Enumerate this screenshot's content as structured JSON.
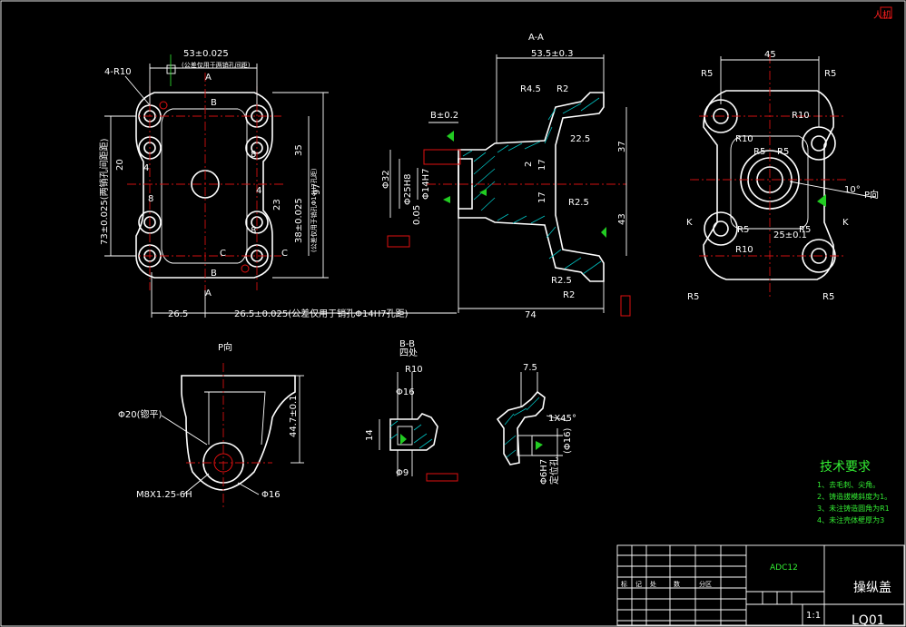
{
  "title_block": {
    "part_name": "操纵盖",
    "material": "ADC12",
    "drawing_no": "LQ01",
    "scale": "1:1",
    "col_labels": [
      "标",
      "记",
      "处",
      "数",
      "分区"
    ]
  },
  "tech_requirements": {
    "heading": "技术要求",
    "items": [
      "1、去毛刺、尖角。",
      "2、铸造拔模斜度为1。",
      "3、未注铸造圆角为R1",
      "4、未注壳体壁厚为3"
    ]
  },
  "corner_mark": "人机",
  "front_view": {
    "labels": {
      "r10": "4-R10",
      "top_dim": "53±0.025",
      "top_note": "(公差仅用于两销孔间距)",
      "left_dim": "73±0.025(两销孔间距距)",
      "d20": "20",
      "d4a": "4",
      "d8a": "8",
      "d8b": "8",
      "d4b": "4",
      "d8c": "8",
      "d23": "23",
      "d35": "35",
      "d97": "97",
      "d38": "38±0.025",
      "d38note": "(公差仅用于销孔Φ14H7孔距)",
      "bottom_left": "26.5",
      "bottom_dim": "26.5±0.025(公差仅用于销孔Φ14H7孔距)",
      "b_top": "B",
      "b_bot": "B",
      "c1": "C",
      "c2": "C",
      "a_top": "A",
      "a_bot": "A"
    }
  },
  "section_view": {
    "labels": {
      "title": "A-A",
      "d53": "53.5±0.3",
      "r45": "R4.5",
      "r2": "R2",
      "b02": "B±0.2",
      "d225": "22.5",
      "d37": "37",
      "d2": "2",
      "d17a": "17",
      "d17b": "17",
      "r25a": "R2.5",
      "d43": "43",
      "r25b": "R2.5",
      "r2b": "R2",
      "d74": "74",
      "phi32": "Φ32",
      "phi25": "Φ25H8",
      "phi14": "Φ14H7",
      "tol": "0.05"
    }
  },
  "right_view": {
    "labels": {
      "d45": "45",
      "r5a": "R5",
      "r5b": "R5",
      "r10a": "R10",
      "r10b": "R10",
      "r5c": "R5",
      "r5d": "R5",
      "ang": "10°",
      "pview": "P向",
      "d25": "25±0.1",
      "r5e": "R5",
      "r10c": "R10",
      "r5f": "R5",
      "r5g": "R5",
      "k1": "K",
      "k2": "K"
    }
  },
  "p_view": {
    "labels": {
      "title": "P向",
      "phi20": "Φ20(锪平)",
      "d447": "44.7±0.1",
      "thread": "M8X1.25-6H",
      "phi16": "Φ16"
    }
  },
  "detail_b": {
    "labels": {
      "title": "B-B",
      "sub": "四处",
      "r10": "R10",
      "phi16": "Φ16",
      "d14": "14",
      "phi9": "Φ9"
    }
  },
  "detail_c": {
    "labels": {
      "d75": "7.5",
      "chamfer": "1X45°",
      "phi16": "(Φ16)",
      "phi6": "Φ6H7",
      "note": "定位孔"
    }
  }
}
